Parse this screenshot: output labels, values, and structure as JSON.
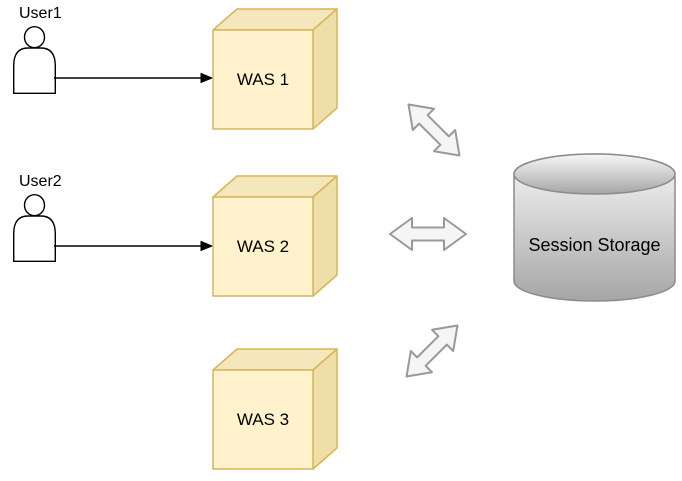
{
  "diagram": {
    "users": [
      {
        "label": "User1"
      },
      {
        "label": "User2"
      }
    ],
    "servers": [
      {
        "label": "WAS 1"
      },
      {
        "label": "WAS 2"
      },
      {
        "label": "WAS 3"
      }
    ],
    "storage": {
      "label": "Session Storage"
    },
    "connectors": [
      {
        "from": "User1",
        "to": "WAS 1",
        "style": "solid-black-arrow"
      },
      {
        "from": "User2",
        "to": "WAS 2",
        "style": "solid-black-arrow"
      }
    ],
    "sync_arrows": [
      {
        "near": "WAS 1",
        "orientation": "diagonal-nw-se",
        "type": "double-headed"
      },
      {
        "near": "WAS 2",
        "orientation": "horizontal",
        "type": "double-headed"
      },
      {
        "near": "WAS 3",
        "orientation": "diagonal-ne-sw",
        "type": "double-headed"
      }
    ],
    "colors": {
      "background": "#FFFFFF",
      "cube_front": "#FFF2CC",
      "cube_top": "#F4E7BC",
      "cube_side": "#EEDEA8",
      "cube_stroke": "#D6B656",
      "sync_arrow_fill": "#F5F5F5",
      "sync_arrow_stroke": "#999999",
      "cylinder_top": "#F7F7F7",
      "cylinder_bottom": "#A6A6A6",
      "cylinder_stroke": "#8C8C8C",
      "connector": "#000000",
      "text": "#000000"
    }
  }
}
